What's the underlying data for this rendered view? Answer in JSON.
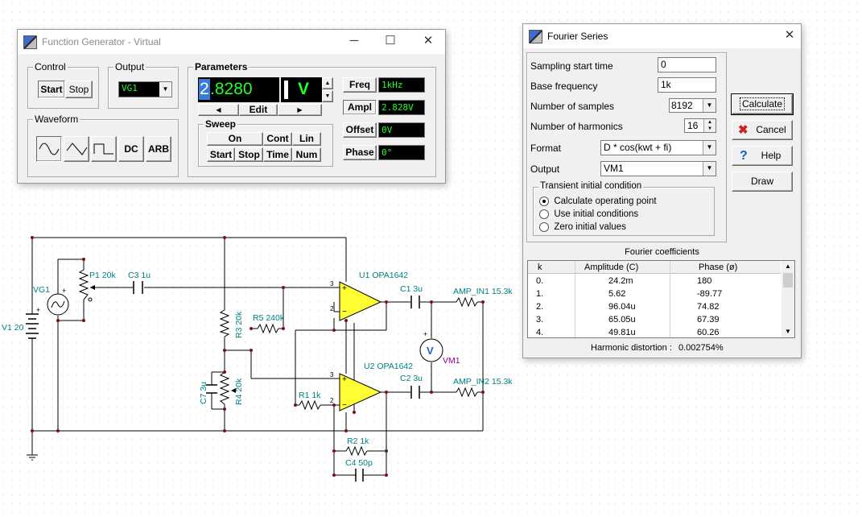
{
  "function_generator": {
    "title": "Function Generator - Virtual",
    "control": {
      "label": "Control",
      "start": "Start",
      "stop": "Stop"
    },
    "output": {
      "label": "Output",
      "value": "VG1"
    },
    "waveform": {
      "label": "Waveform",
      "dc": "DC",
      "arb": "ARB"
    },
    "parameters": {
      "label": "Parameters",
      "digit_sel": "2",
      "digit_rest": ".8280",
      "unit": "V",
      "edit": "Edit"
    },
    "sweep": {
      "label": "Sweep",
      "on": "On",
      "cont": "Cont",
      "lin": "Lin",
      "start": "Start",
      "stop": "Stop",
      "time": "Time",
      "num": "Num"
    },
    "params": [
      {
        "label": "Freq",
        "value": "1kHz"
      },
      {
        "label": "Ampl",
        "value": "2.828V"
      },
      {
        "label": "Offset",
        "value": "0V"
      },
      {
        "label": "Phase",
        "value": "0°"
      }
    ]
  },
  "fourier": {
    "title": "Fourier Series",
    "fields": [
      {
        "label": "Sampling start time",
        "value": "0"
      },
      {
        "label": "Base frequency",
        "value": "1k"
      },
      {
        "label": "Number of samples",
        "value": "8192"
      },
      {
        "label": "Number of harmonics",
        "value": "16"
      },
      {
        "label": "Format",
        "value": "D * cos(kwt + fi)"
      },
      {
        "label": "Output",
        "value": "VM1"
      }
    ],
    "buttons": {
      "calculate": "Calculate",
      "cancel": "Cancel",
      "help": "Help",
      "draw": "Draw"
    },
    "transient": {
      "label": "Transient initial condition",
      "options": [
        "Calculate operating point",
        "Use initial conditions",
        "Zero initial values"
      ],
      "selected": 0
    },
    "coeffs": {
      "label": "Fourier coefficients",
      "headers": [
        "k",
        "Amplitude (C)",
        "Phase (ø)"
      ],
      "rows": [
        [
          "0.",
          "24.2m",
          "180"
        ],
        [
          "1.",
          "5.62",
          "-89.77"
        ],
        [
          "2.",
          "96.04u",
          "74.82"
        ],
        [
          "3.",
          "65.05u",
          "67.39"
        ],
        [
          "4.",
          "49.81u",
          "60.26"
        ]
      ]
    },
    "thd_label": "Harmonic distortion :",
    "thd_value": "0.002754%"
  },
  "schematic": {
    "labels": {
      "vg1": "VG1",
      "v1": "V1 20",
      "p1": "P1 20k",
      "c3": "C3 1u",
      "r3": "R3 20k",
      "r4": "R4 20k",
      "c7": "C7 3u",
      "r5": "R5 240k",
      "u1": "U1 OPA1642",
      "u2": "U2 OPA1642",
      "c1": "C1 3u",
      "c2": "C2 3u",
      "amp1": "AMP_IN1 15.3k",
      "amp2": "AMP_IN2 15.3k",
      "vm1": "VM1",
      "r1": "R1 1k",
      "r2": "R2 1k",
      "c4": "C4 50p",
      "vm_symbol": "V",
      "pin2": "2",
      "pin3": "3",
      "plus": "+"
    }
  }
}
